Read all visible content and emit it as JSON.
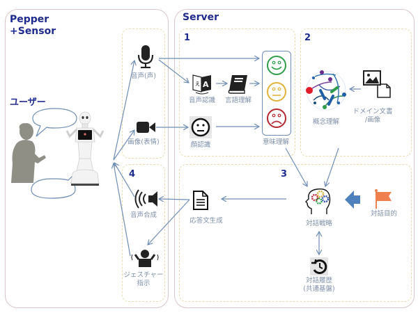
{
  "sections": {
    "pepper": {
      "title_line1": "Pepper",
      "title_line2": "+Sensor",
      "user_label": "ユーザー"
    },
    "server": {
      "title": "Server"
    }
  },
  "subsections": {
    "s1": {
      "number": "1"
    },
    "s2": {
      "number": "2"
    },
    "s3": {
      "number": "3"
    },
    "s4": {
      "number": "4"
    }
  },
  "nodes": {
    "voice": {
      "label": "音声(声)",
      "icon": "microphone-icon"
    },
    "image": {
      "label": "画像(表情)",
      "icon": "video-camera-icon"
    },
    "speech_recognition": {
      "label": "音声認識",
      "icon": "translate-icon"
    },
    "language_understanding": {
      "label": "言語理解",
      "icon": "book-icon"
    },
    "face_recognition": {
      "label": "顔認識",
      "icon": "neutral-face-icon"
    },
    "meaning_understanding": {
      "label": "意味理解",
      "icons": [
        "happy-face-icon",
        "neutral-face-icon",
        "sad-face-icon"
      ]
    },
    "concept_understanding": {
      "label": "概念理解",
      "icon": "network-graph-icon"
    },
    "domain_docs": {
      "label_line1": "ドメイン文書",
      "label_line2": "/画像",
      "icon": "image-document-icon"
    },
    "dialogue_strategy": {
      "label": "対話戦略",
      "icon": "brain-gears-icon"
    },
    "dialogue_goal": {
      "label": "対話目的",
      "icon": "flag-icon"
    },
    "dialogue_history": {
      "label_line1": "対話履歴",
      "label_line2": "(共通基盤)",
      "icon": "history-icon"
    },
    "response_generation": {
      "label": "応答文生成",
      "icon": "document-icon"
    },
    "speech_synthesis": {
      "label": "音声合成",
      "icon": "speaker-icon"
    },
    "gesture": {
      "label_line1": "ジェスチャー",
      "label_line2": "指示",
      "icon": "gesture-person-icon"
    }
  },
  "colors": {
    "title": "#1f2a8f",
    "arrow": "#6e8db5",
    "label": "#7d8fa8",
    "happy": "#2e9e4a",
    "neutral": "#e0b43a",
    "sad": "#b3272f",
    "goal_flag": "#f07f4e",
    "goal_arrow": "#4f81bd"
  }
}
